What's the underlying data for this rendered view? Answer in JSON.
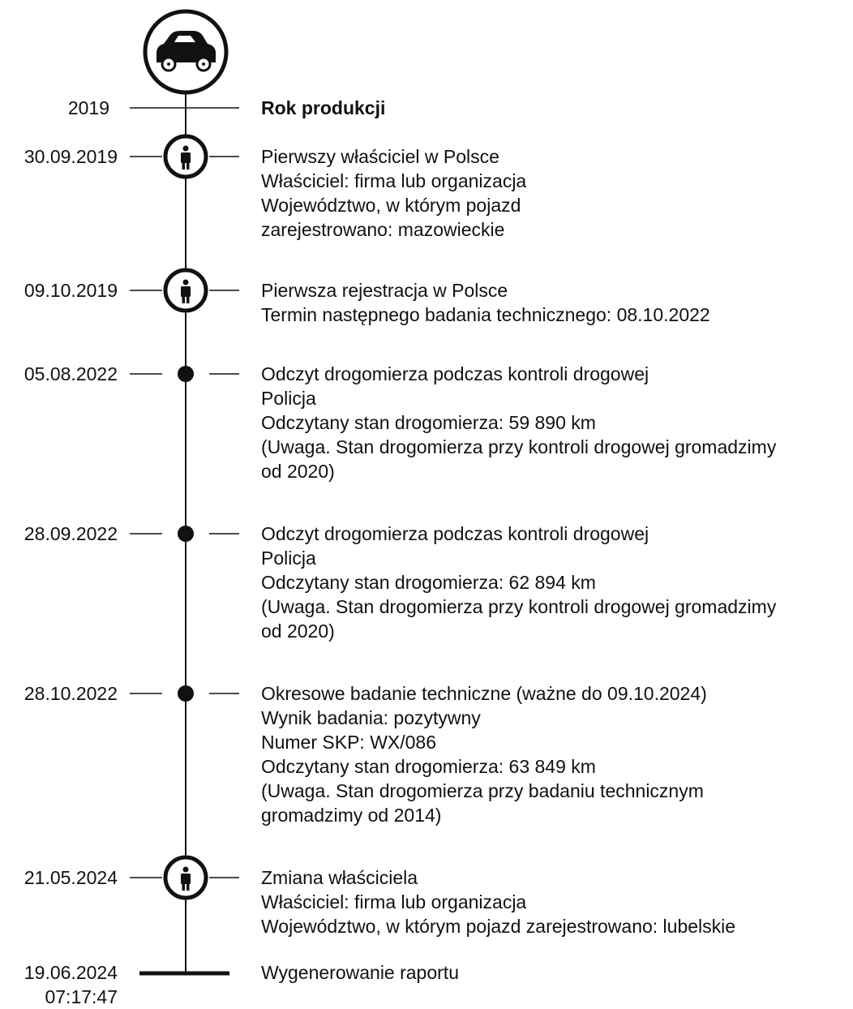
{
  "timeline": {
    "start_year": "2019",
    "start_label": "Rok produkcji",
    "events": [
      {
        "date": "30.09.2019",
        "marker": "person-icon",
        "lines": [
          "Pierwszy właściciel w Polsce",
          "Właściciel: firma lub organizacja",
          "Województwo, w którym pojazd",
          "zarejestrowano: mazowieckie"
        ]
      },
      {
        "date": "09.10.2019",
        "marker": "person-icon",
        "lines": [
          "Pierwsza rejestracja w Polsce",
          "Termin następnego badania technicznego: 08.10.2022"
        ]
      },
      {
        "date": "05.08.2022",
        "marker": "dot",
        "lines": [
          "Odczyt drogomierza podczas kontroli drogowej",
          "Policja",
          "Odczytany stan drogomierza: 59 890 km",
          "(Uwaga. Stan drogomierza przy kontroli drogowej gromadzimy",
          "od 2020)"
        ]
      },
      {
        "date": "28.09.2022",
        "marker": "dot",
        "lines": [
          "Odczyt drogomierza podczas kontroli drogowej",
          "Policja",
          "Odczytany stan drogomierza: 62 894 km",
          "(Uwaga. Stan drogomierza przy kontroli drogowej gromadzimy",
          "od 2020)"
        ]
      },
      {
        "date": "28.10.2022",
        "marker": "dot",
        "lines": [
          "Okresowe badanie techniczne (ważne do 09.10.2024)",
          "Wynik badania: pozytywny",
          "Numer SKP: WX/086",
          "Odczytany stan drogomierza: 63 849 km",
          "(Uwaga. Stan drogomierza przy badaniu technicznym",
          "gromadzimy od 2014)"
        ]
      },
      {
        "date": "21.05.2024",
        "marker": "person-icon",
        "lines": [
          "Zmiana właściciela",
          "Właściciel: firma lub organizacja",
          "Województwo, w którym pojazd zarejestrowano: lubelskie"
        ]
      }
    ],
    "report": {
      "date": "19.06.2024",
      "time": "07:17:47",
      "label": "Wygenerowanie raportu"
    },
    "top_icon": "car-icon"
  }
}
